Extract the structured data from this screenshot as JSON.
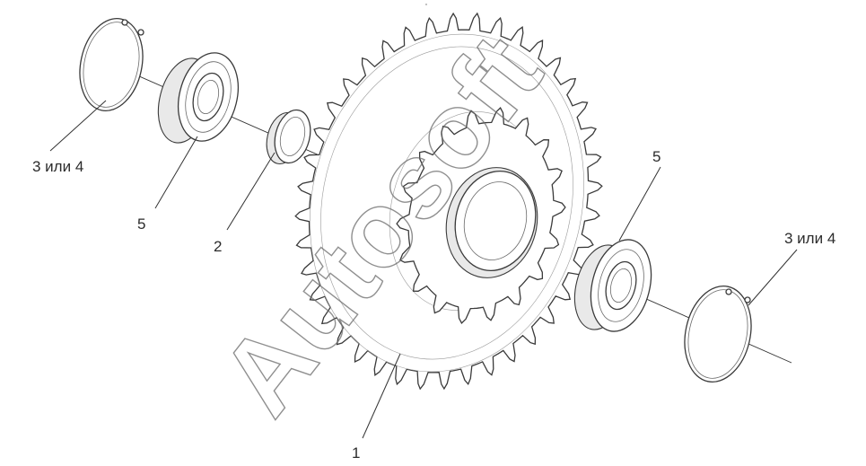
{
  "labels": {
    "ring_left": "3 или 4",
    "bearing_left": "5",
    "spacer": "2",
    "sprocket": "1",
    "bearing_right": "5",
    "ring_right": "3 или 4",
    "tiny_mark": "*"
  },
  "watermark": "Autosoft",
  "colors": {
    "line": "#3a3a3a",
    "text": "#2b2b2b",
    "watermark": "#6a6a6a"
  }
}
